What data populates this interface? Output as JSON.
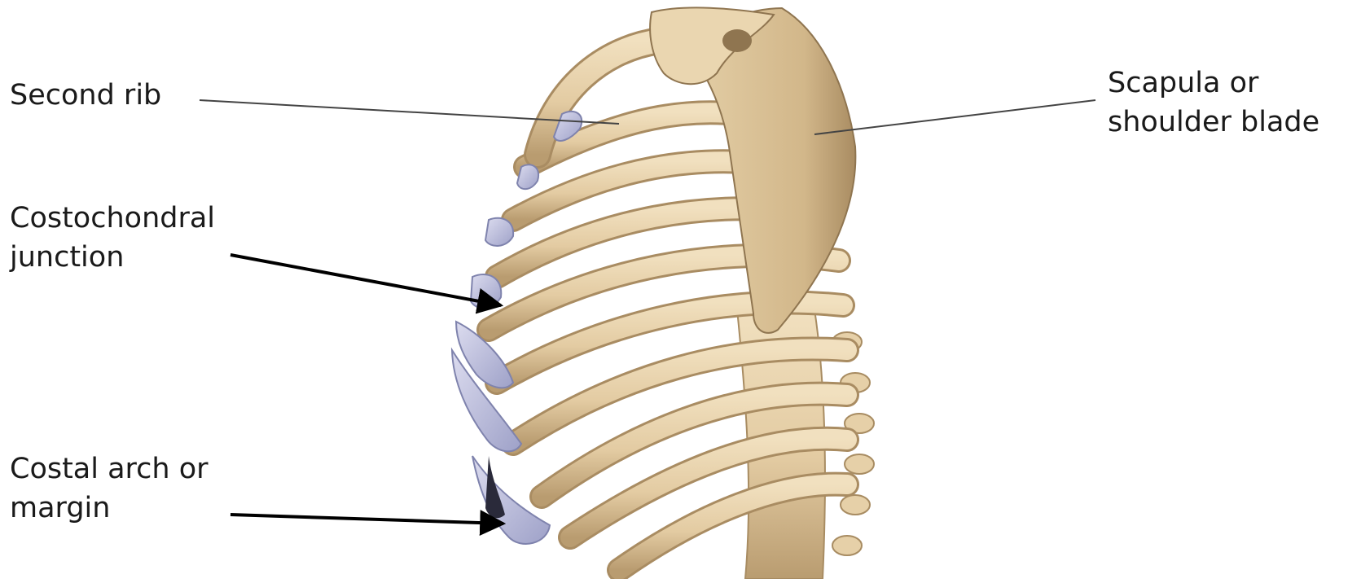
{
  "labels": {
    "second_rib": "Second rib",
    "costochondral": {
      "line1": "Costochondral",
      "line2": "junction"
    },
    "costal_arch": {
      "line1": "Costal arch or",
      "line2": "margin"
    },
    "scapula": {
      "line1": "Scapula or",
      "line2": "shoulder  blade"
    }
  },
  "colors": {
    "bone": "#e8d3ad",
    "bone_shadow": "#bfa57c",
    "cartilage": "#c4c6e0",
    "cartilage_shadow": "#8f92b8",
    "leader_line": "#444444",
    "arrow": "#000000"
  }
}
